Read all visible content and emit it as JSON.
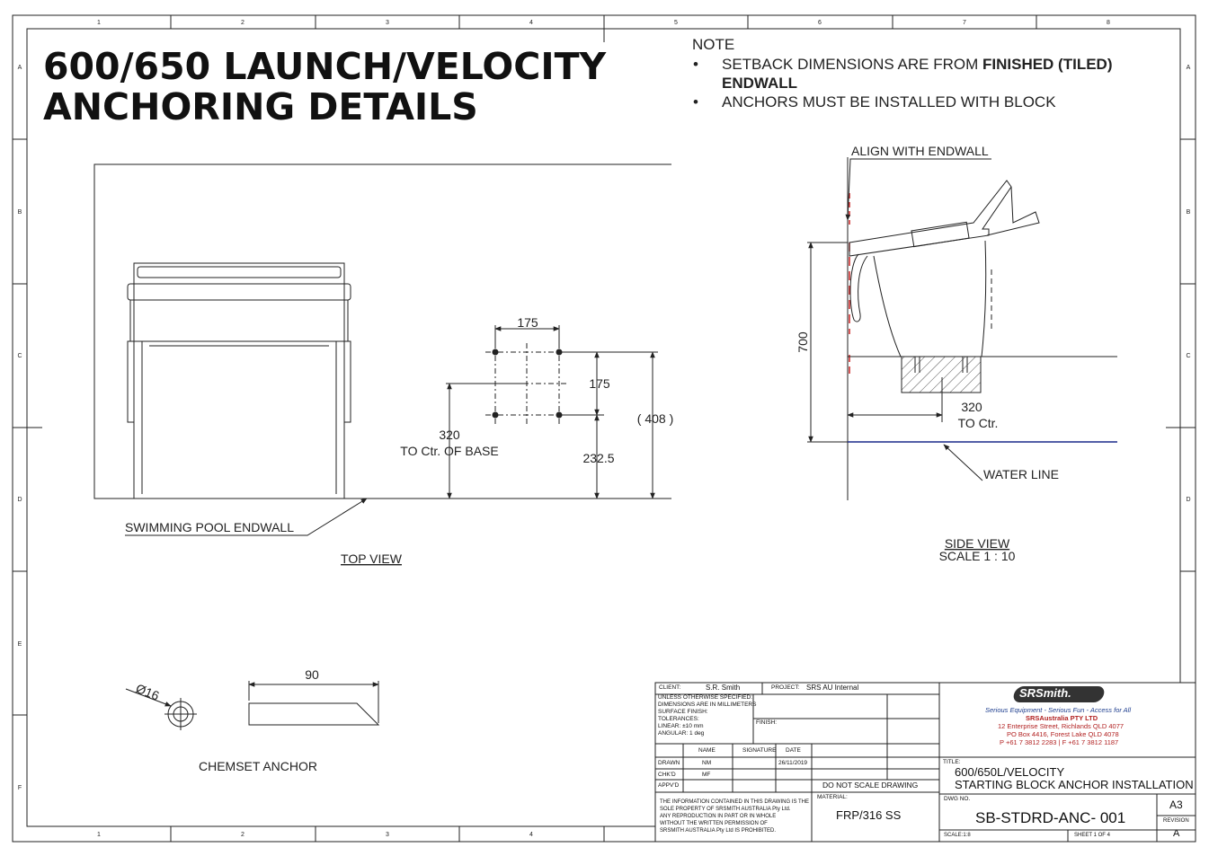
{
  "title": {
    "line1": "600/650 LAUNCH/VELOCITY",
    "line2": "ANCHORING DETAILS"
  },
  "note": {
    "heading": "NOTE",
    "bullet1_prefix": "SETBACK DIMENSIONS ARE FROM ",
    "bullet1_bold": "FINISHED (TILED)",
    "bullet1_bold2": "ENDWALL",
    "bullet2": "ANCHORS MUST BE INSTALLED WITH BLOCK",
    "bullet_glyph": "•"
  },
  "border": {
    "columns": [
      "1",
      "2",
      "3",
      "4",
      "5",
      "6",
      "7",
      "8"
    ],
    "rows": [
      "A",
      "B",
      "C",
      "D",
      "E",
      "F"
    ]
  },
  "top_view": {
    "dim_hole_spacing_x": "175",
    "dim_hole_spacing_y": "175",
    "dim_to_center_value": "320",
    "dim_to_center_label": "TO Ctr. OF BASE",
    "dim_base_offset": "232.5",
    "dim_overall": "( 408 )",
    "endwall_label": "SWIMMING POOL ENDWALL",
    "caption": "TOP VIEW"
  },
  "side_view": {
    "align_label": "ALIGN WITH ENDWALL",
    "dim_height": "700",
    "dim_to_center_value": "320",
    "dim_to_center_label": "TO Ctr.",
    "water_line_label": "WATER LINE",
    "caption": "SIDE VIEW",
    "scale": "SCALE 1 : 10"
  },
  "anchor": {
    "diameter_label": "Ø16",
    "length_label": "90",
    "caption": "CHEMSET ANCHOR"
  },
  "title_block": {
    "client_label": "CLIENT:",
    "client_value": "S.R. Smith",
    "project_label": "PROJECT:",
    "project_value": "SRS AU Internal",
    "spec_lines": [
      "UNLESS OTHERWISE SPECIFIED:",
      "DIMENSIONS ARE IN MILLIMETERS",
      "SURFACE FINISH:",
      "TOLERANCES:",
      "   LINEAR: ±10 mm",
      "   ANGULAR: 1 deg"
    ],
    "finish_label": "FINISH:",
    "col_name": "NAME",
    "col_signature": "SIGNATURE",
    "col_date": "DATE",
    "drawn_label": "DRAWN",
    "drawn_name": "NM",
    "drawn_date": "26/11/2019",
    "chkd_label": "CHK'D",
    "chkd_name": "MF",
    "appvd_label": "APPV'D",
    "do_not_scale": "DO NOT SCALE DRAWING",
    "material_label": "MATERIAL:",
    "material_value": "FRP/316 SS",
    "disclaimer_lines": [
      "THE INFORMATION CONTAINED IN THIS DRAWING IS THE",
      "SOLE PROPERTY OF SRSMITH AUSTRALIA Pty Ltd.",
      "ANY REPRODUCTION IN PART OR IN WHOLE",
      "WITHOUT THE WRITTEN PERMISSION OF",
      "SRSMITH AUSTRALIA Pty Ltd IS PROHIBITED."
    ],
    "logo_text": "SRSmith.",
    "tagline": "Serious Equipment - Serious Fun - Access for All",
    "company": "SRSAustralia PTY LTD",
    "address1": "12 Enterprise Street, Richlands QLD 4077",
    "address2": "PO Box 4416, Forest Lake QLD 4078",
    "phone": "P +61 7 3812 2283 | F +61 7 3812 1187",
    "title_label": "TITLE:",
    "title_line1": "600/650L/VELOCITY",
    "title_line2": "STARTING BLOCK ANCHOR INSTALLATION",
    "dwg_label": "DWG NO.",
    "dwg_value": "SB-STDRD-ANC- 001",
    "size": "A3",
    "revision_label": "REVISION",
    "revision_value": "A",
    "scale": "SCALE:1:8",
    "sheet": "SHEET 1 OF 4"
  },
  "colors": {
    "line": "#222222",
    "align_mark": "#cc2222",
    "water_line": "#1a2a8a",
    "brand_red": "#b22222",
    "brand_blue": "#1f3f8f"
  }
}
